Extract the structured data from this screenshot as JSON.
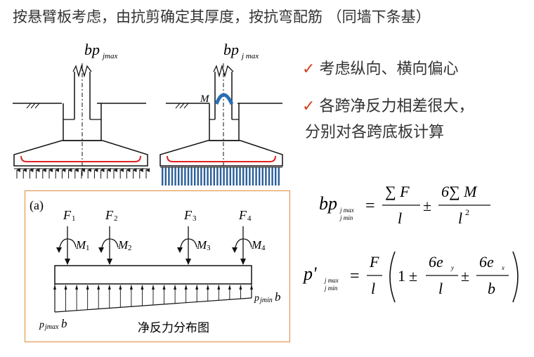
{
  "title": "按悬臂板考虑，由抗剪确定其厚度，按抗弯配筋 （同墙下条基）",
  "bullets": {
    "item1": "考虑纵向、横向偏心",
    "item2_line1": "各跨净反力相差很大，",
    "item2_line2": "分别对各跨底板计算",
    "check_symbol": "✓"
  },
  "diagram_left": {
    "label_bp": "bp",
    "label_sub": "jmax"
  },
  "diagram_right": {
    "label_bp": "bp",
    "label_sub": "j max",
    "label_M": "M"
  },
  "panel": {
    "label_a": "(a)",
    "forces": [
      {
        "F": "F",
        "F_sub": "1",
        "M": "M",
        "M_sub": "1"
      },
      {
        "F": "F",
        "F_sub": "2",
        "M": "M",
        "M_sub": "2"
      },
      {
        "F": "F",
        "F_sub": "3",
        "M": "M",
        "M_sub": "3"
      },
      {
        "F": "F",
        "F_sub": "4",
        "M": "M",
        "M_sub": "4"
      }
    ],
    "p_min_label": "p",
    "p_min_sub": "jmin",
    "p_min_b": "b",
    "p_max_label": "p",
    "p_max_sub": "jmax",
    "p_max_b": "b",
    "caption": "净反力分布图"
  },
  "formula1": {
    "lhs": "bp",
    "lhs_sub_top": "j max",
    "lhs_sub_bot": "j min",
    "eq": "=",
    "num1": "∑ F",
    "den1": "l",
    "pm": "±",
    "num2": "6∑ M",
    "den2": "l",
    "den2_sup": "2"
  },
  "formula2": {
    "lhs": "p'",
    "lhs_sub_top": "j max",
    "lhs_sub_bot": "j min",
    "eq": "=",
    "num1": "F",
    "den1": "l",
    "one": "1",
    "pm1": "±",
    "num2": "6e",
    "num2_sub": "y",
    "den2": "l",
    "pm2": "±",
    "num3": "6e",
    "num3_sub": "x",
    "den3": "b"
  }
}
